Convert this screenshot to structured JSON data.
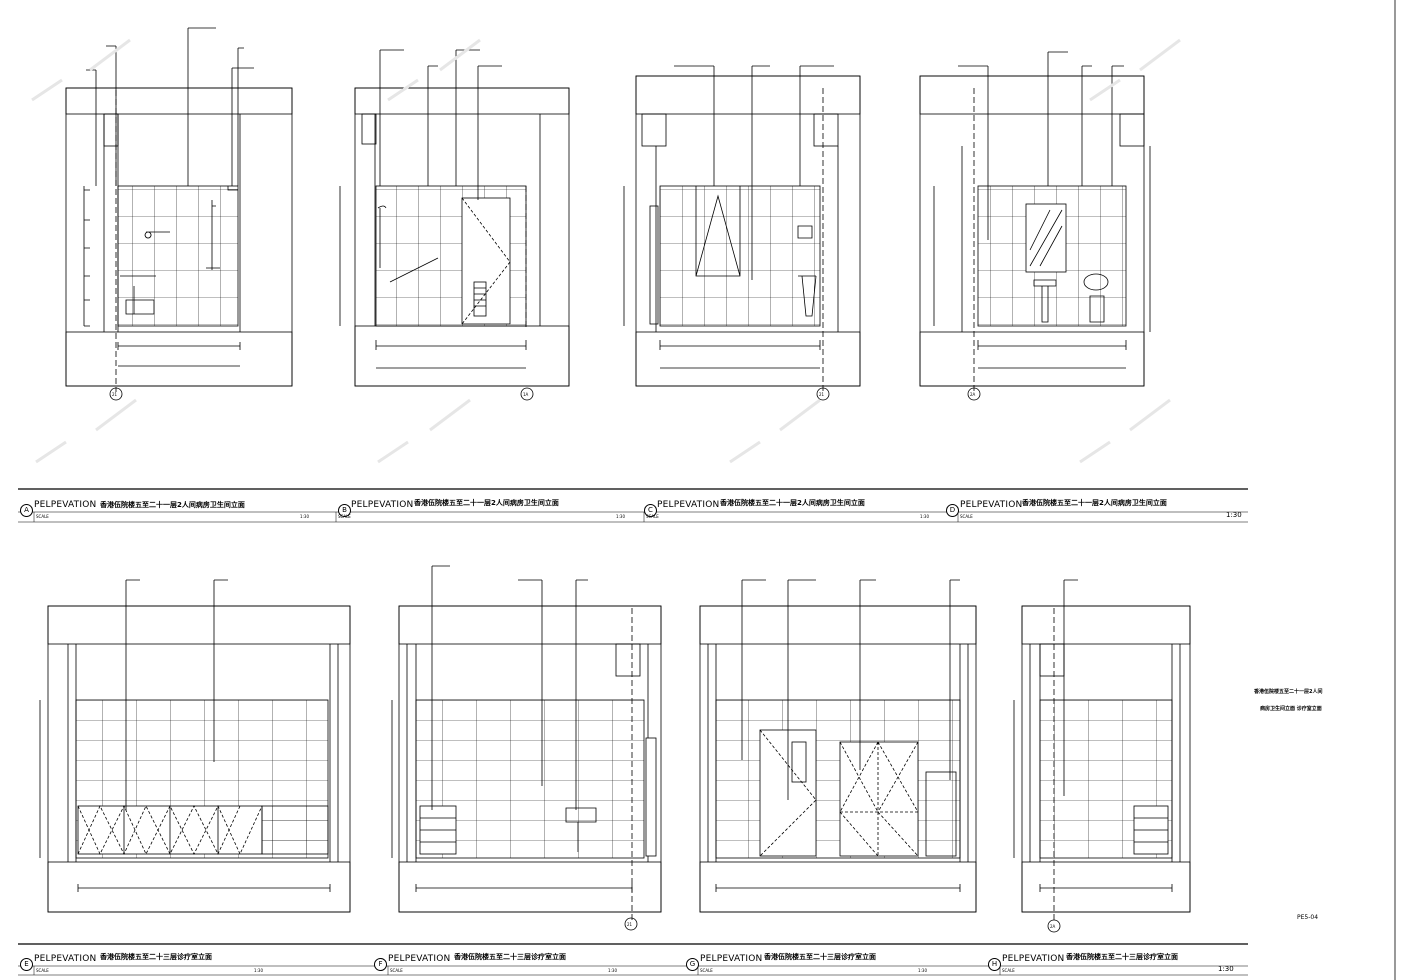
{
  "sheet": {
    "number": "PE5-04",
    "side_note_lines": [
      "香港伍院楼五至二十一层2人间",
      "病房卫生间立面 诊疗室立面"
    ]
  },
  "panels": [
    {
      "id": "A",
      "letter": "A",
      "name": "PELPEVATION",
      "title": "香港伍院楼五至二十一层2人间病房卫生间立面",
      "scale_label": "SCALE",
      "scale": "1:30"
    },
    {
      "id": "B",
      "letter": "B",
      "name": "PELPEVATION",
      "title": "香港伍院楼五至二十一层2人间病房卫生间立面",
      "scale_label": "SCALE",
      "scale": "1:30"
    },
    {
      "id": "C",
      "letter": "C",
      "name": "PELPEVATION",
      "title": "香港伍院楼五至二十一层2人间病房卫生间立面",
      "scale_label": "SCALE",
      "scale": "1:30"
    },
    {
      "id": "D",
      "letter": "D",
      "name": "PELPEVATION",
      "title": "香港伍院楼五至二十一层2人间病房卫生间立面",
      "scale_label": "SCALE",
      "scale": "1:30"
    },
    {
      "id": "E",
      "letter": "E",
      "name": "PELPEVATION",
      "title": "香港伍院楼五至二十三层诊疗室立面",
      "scale_label": "SCALE",
      "scale": "1:30"
    },
    {
      "id": "F",
      "letter": "F",
      "name": "PELPEVATION",
      "title": "香港伍院楼五至二十三层诊疗室立面",
      "scale_label": "SCALE",
      "scale": "1:30"
    },
    {
      "id": "G",
      "letter": "G",
      "name": "PELPEVATION",
      "title": "香港伍院楼五至二十三层诊疗室立面",
      "scale_label": "SCALE",
      "scale": "1:30"
    },
    {
      "id": "H",
      "letter": "H",
      "name": "PELPEVATION",
      "title": "香港伍院楼五至二十三层诊疗室立面",
      "scale_label": "SCALE",
      "scale": "1:30"
    }
  ],
  "axis_tags": [
    "21",
    "1A",
    "21",
    "2A",
    "21",
    "2A"
  ],
  "colors": {
    "line": "#000000",
    "watermark": "#e6e6e6"
  }
}
